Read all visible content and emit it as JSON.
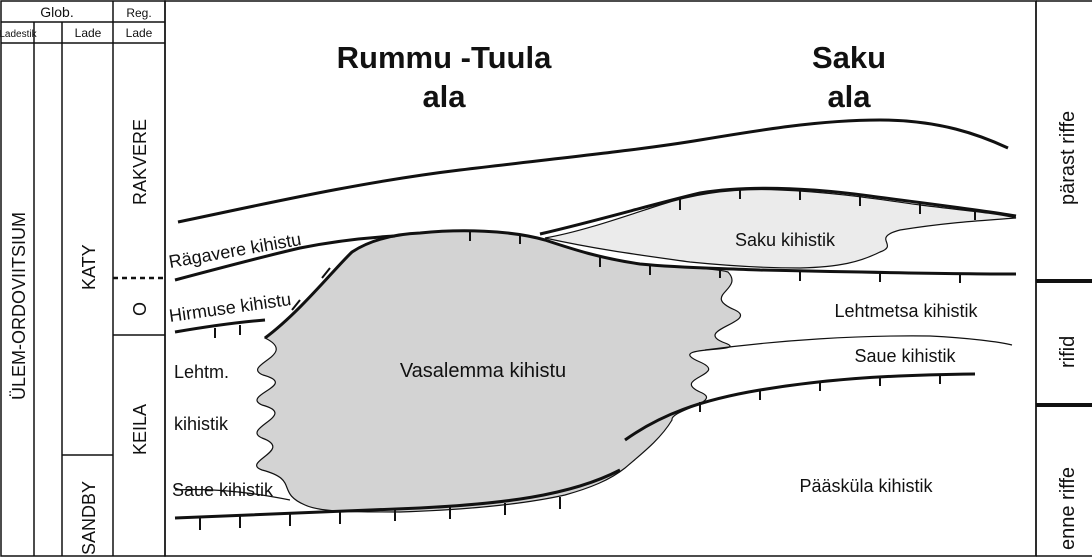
{
  "header": {
    "glob": "Glob.",
    "reg": "Reg.",
    "ladestik": "Ladestik",
    "lade_glob": "Lade",
    "lade_reg": "Lade"
  },
  "stratigraphy": {
    "series": "ÜLEM-ORDOVIITSIUM",
    "global_stages": [
      "KATY",
      "SANDBY"
    ],
    "regional_stages": [
      "RAKVERE",
      "O",
      "KEILA"
    ]
  },
  "areas": {
    "west": {
      "line1": "Rummu -Tuula",
      "line2": "ala"
    },
    "east": {
      "line1": "Saku",
      "line2": "ala"
    }
  },
  "units": {
    "ragavere": "Rägavere kihistu",
    "hirmuse": "Hirmuse kihistu",
    "lehtm_west_1": "Lehtm.",
    "lehtm_west_2": "kihistik",
    "saue_west": "Saue kihistik",
    "vasalemma": "Vasalemma kihistu",
    "saku": "Saku kihistik",
    "lehtmetsa": "Lehtmetsa kihistik",
    "saue_east": "Saue kihistik",
    "paaskula": "Pääsküla kihistik"
  },
  "phases": [
    "pärast riffe",
    "rifid",
    "enne riffe"
  ],
  "colors": {
    "reef_fill": "#d3d3d3",
    "saku_fill": "#ebebeb",
    "line": "#111111"
  }
}
